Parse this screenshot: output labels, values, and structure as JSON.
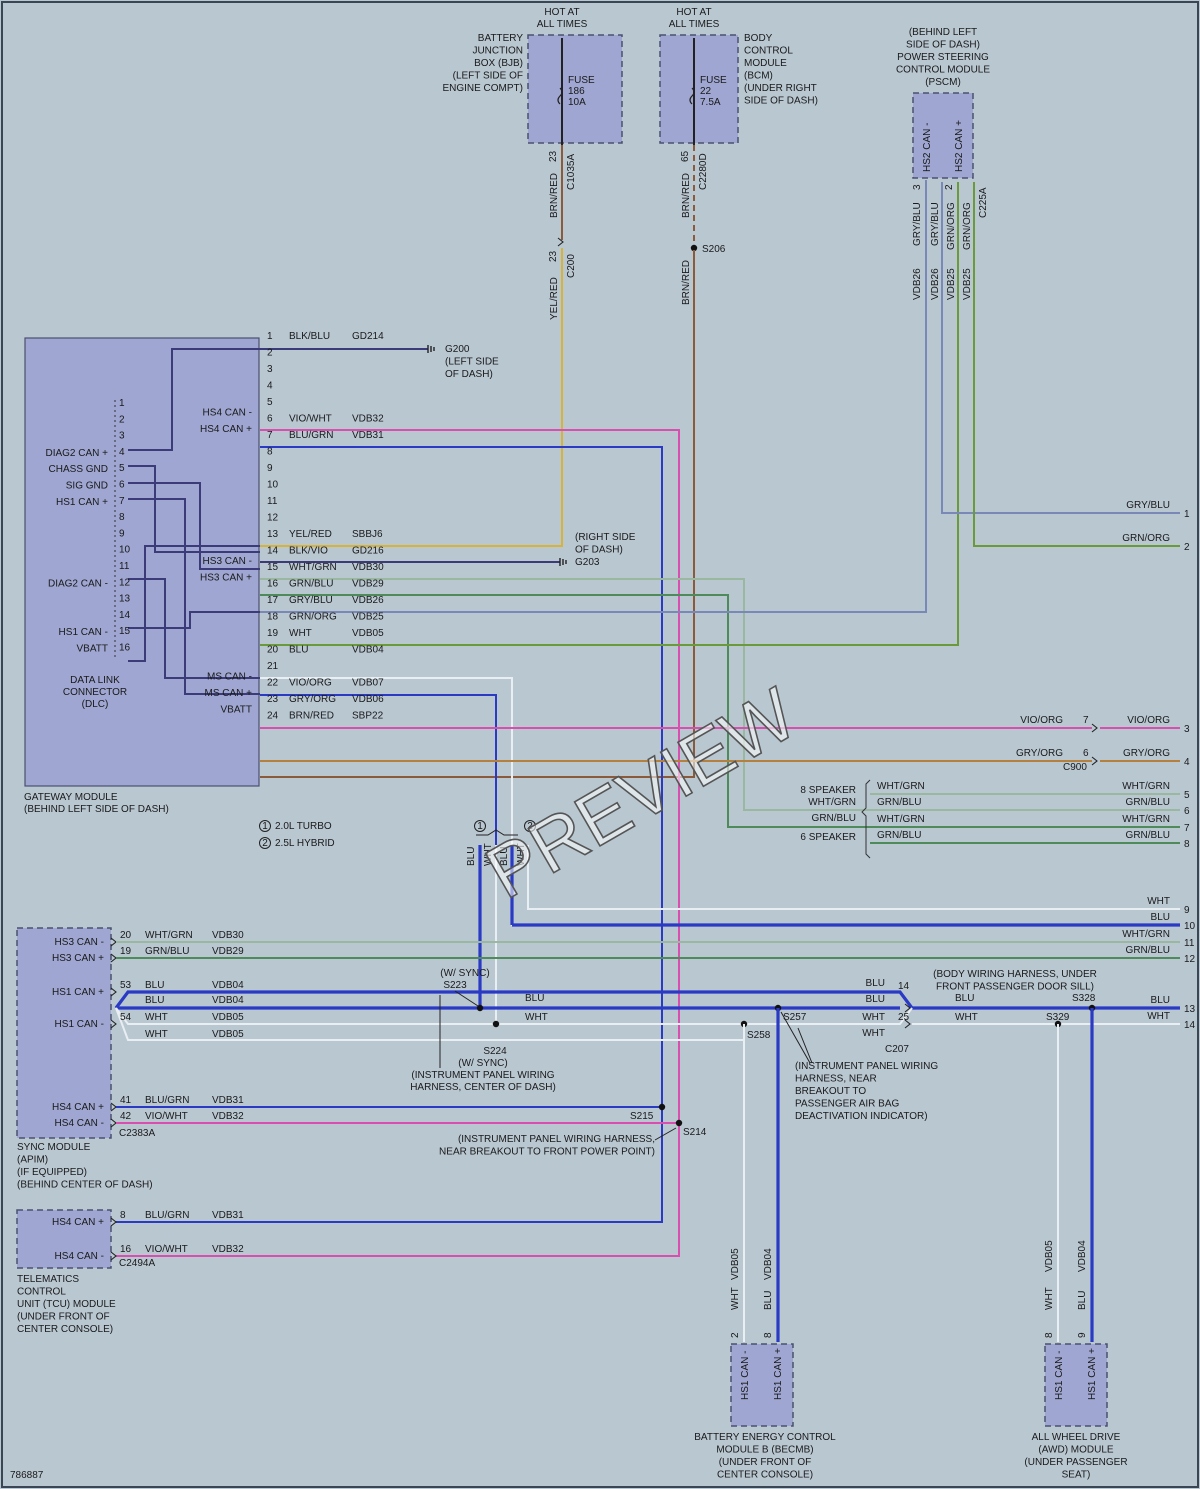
{
  "diagram_id": "786887",
  "watermark": "PREVIEW",
  "colors": {
    "blk": "#3b3b7a",
    "pink": "#d94fb0",
    "blu": "#2a3ac4",
    "yel": "#d7b33a",
    "grn": "#4f8a5a",
    "ltgrn": "#9ab8a0",
    "gry": "#7a88b8",
    "grnorg": "#6a9a3a",
    "wht": "#e8eef2",
    "brn": "#8a5a3a",
    "tan": "#b5803e"
  },
  "top": {
    "bjb": {
      "hot": [
        "HOT AT",
        "ALL TIMES"
      ],
      "label": [
        "BATTERY",
        "JUNCTION",
        "BOX (BJB)",
        "(LEFT SIDE OF",
        "ENGINE COMPT)"
      ],
      "fuse": [
        "FUSE",
        "186",
        "10A"
      ],
      "pin": "23",
      "conn": "C1035A",
      "wire": "BRN/RED",
      "pin2": "23",
      "conn2": "C200",
      "wire2": "YEL/RED"
    },
    "bcm": {
      "hot": [
        "HOT AT",
        "ALL TIMES"
      ],
      "label": [
        "BODY",
        "CONTROL",
        "MODULE",
        "(BCM)",
        "(UNDER RIGHT",
        "SIDE OF DASH)"
      ],
      "fuse": [
        "FUSE",
        "22",
        "7.5A"
      ],
      "pin": "65",
      "conn": "C2280D",
      "wire": "BRN/RED",
      "splice": "S206",
      "wire2": "BRN/RED"
    },
    "pscm": {
      "label": [
        "(BEHIND LEFT",
        "SIDE OF DASH)",
        "POWER STEERING",
        "CONTROL MODULE",
        "(PSCM)"
      ],
      "pins": [
        "HS2 CAN -",
        "HS2 CAN +"
      ],
      "pinnums": [
        "3",
        "2"
      ],
      "conn": "C225A",
      "colors": [
        "GRY/BLU",
        "GRY/BLU",
        "GRN/ORG",
        "GRN/ORG"
      ],
      "circuits": [
        "VDB26",
        "VDB26",
        "VDB25",
        "VDB25"
      ]
    }
  },
  "gateway": {
    "label": [
      "GATEWAY MODULE",
      "(BEHIND LEFT SIDE OF DASH)"
    ],
    "dlc_label": [
      "DATA LINK",
      "CONNECTOR",
      "(DLC)"
    ],
    "pin_numbers": [
      "1",
      "2",
      "3",
      "4",
      "5",
      "6",
      "7",
      "8",
      "9",
      "10",
      "11",
      "12",
      "13",
      "14",
      "15",
      "16",
      "17",
      "18",
      "19",
      "20",
      "21",
      "22",
      "23",
      "24"
    ],
    "dlc_pins": [
      "1",
      "2",
      "3",
      "4",
      "5",
      "6",
      "7",
      "8",
      "9",
      "10",
      "11",
      "12",
      "13",
      "14",
      "15",
      "16"
    ],
    "dlc_names": [
      {
        "text": "DIAG2 CAN +",
        "pin": 4
      },
      {
        "text": "CHASS GND",
        "pin": 5
      },
      {
        "text": "SIG GND",
        "pin": 6
      },
      {
        "text": "HS1 CAN +",
        "pin": 7
      },
      {
        "text": "DIAG2 CAN -",
        "pin": 12
      },
      {
        "text": "HS1 CAN -",
        "pin": 15
      },
      {
        "text": "VBATT",
        "pin": 16
      }
    ],
    "inner_names": [
      {
        "text": "HS4 CAN -",
        "pin": 6
      },
      {
        "text": "HS4 CAN +",
        "pin": 7
      },
      {
        "text": "HS3 CAN -",
        "pin": 15
      },
      {
        "text": "HS3 CAN +",
        "pin": 16
      },
      {
        "text": "MS CAN -",
        "pin": 22
      },
      {
        "text": "MS CAN +",
        "pin": 23
      },
      {
        "text": "VBATT",
        "pin": 24
      }
    ],
    "wires": [
      {
        "pin": 1,
        "color": "BLK/BLU",
        "circuit": "GD214"
      },
      {
        "pin": 6,
        "color": "VIO/WHT",
        "circuit": "VDB32"
      },
      {
        "pin": 7,
        "color": "BLU/GRN",
        "circuit": "VDB31"
      },
      {
        "pin": 13,
        "color": "YEL/RED",
        "circuit": "SBBJ6"
      },
      {
        "pin": 14,
        "color": "BLK/VIO",
        "circuit": "GD216"
      },
      {
        "pin": 15,
        "color": "WHT/GRN",
        "circuit": "VDB30"
      },
      {
        "pin": 16,
        "color": "GRN/BLU",
        "circuit": "VDB29"
      },
      {
        "pin": 17,
        "color": "GRY/BLU",
        "circuit": "VDB26"
      },
      {
        "pin": 18,
        "color": "GRN/ORG",
        "circuit": "VDB25"
      },
      {
        "pin": 19,
        "color": "WHT",
        "circuit": "VDB05"
      },
      {
        "pin": 20,
        "color": "BLU",
        "circuit": "VDB04"
      },
      {
        "pin": 22,
        "color": "VIO/ORG",
        "circuit": "VDB07"
      },
      {
        "pin": 23,
        "color": "GRY/ORG",
        "circuit": "VDB06"
      },
      {
        "pin": 24,
        "color": "BRN/RED",
        "circuit": "SBP22"
      }
    ],
    "g200": [
      "G200",
      "(LEFT SIDE",
      "OF DASH)"
    ],
    "g203": [
      "(RIGHT SIDE",
      "OF DASH)",
      "G203"
    ]
  },
  "legend": [
    "2.0L TURBO",
    "2.5L HYBRID"
  ],
  "legend_marks": [
    "1",
    "2"
  ],
  "option_labels": [
    "BLU",
    "WHT",
    "BLU",
    "WHT"
  ],
  "right_edge": {
    "rows": [
      {
        "num": "1",
        "color": "GRY/BLU"
      },
      {
        "num": "2",
        "color": "GRN/ORG"
      },
      {
        "num": "3",
        "color": "VIO/ORG",
        "left": "VIO/ORG",
        "pin": "7"
      },
      {
        "num": "4",
        "color": "GRY/ORG",
        "left": "GRY/ORG",
        "pin": "6"
      },
      {
        "num": "5",
        "color": "WHT/GRN"
      },
      {
        "num": "6",
        "color": "GRN/BLU"
      },
      {
        "num": "7",
        "color": "WHT/GRN"
      },
      {
        "num": "8",
        "color": "GRN/BLU"
      },
      {
        "num": "9",
        "color": "WHT"
      },
      {
        "num": "10",
        "color": "BLU"
      },
      {
        "num": "11",
        "color": "WHT/GRN"
      },
      {
        "num": "12",
        "color": "GRN/BLU"
      },
      {
        "num": "13",
        "color": "BLU"
      },
      {
        "num": "14",
        "color": "WHT"
      }
    ],
    "c900": "C900",
    "speaker8": [
      "8 SPEAKER",
      "WHT/GRN",
      "GRN/BLU"
    ],
    "speaker6": "6 SPEAKER",
    "spk_left": [
      "WHT/GRN",
      "GRN/BLU",
      "WHT/GRN",
      "GRN/BLU"
    ]
  },
  "sync": {
    "label": [
      "SYNC MODULE",
      "(APIM)",
      "(IF EQUIPPED)",
      "(BEHIND CENTER OF DASH)"
    ],
    "conn": "C2383A",
    "pins": [
      {
        "name": "HS3 CAN -",
        "num": "20",
        "color": "WHT/GRN",
        "circuit": "VDB30"
      },
      {
        "name": "HS3 CAN +",
        "num": "19",
        "color": "GRN/BLU",
        "circuit": "VDB29"
      },
      {
        "name": "HS1 CAN +",
        "num": "53",
        "color": "BLU",
        "circuit": "VDB04"
      },
      {
        "name": "HS1 CAN -",
        "num": "54",
        "color": "WHT",
        "circuit": "VDB05"
      },
      {
        "name": "HS4 CAN +",
        "num": "41",
        "color": "BLU/GRN",
        "circuit": "VDB31"
      },
      {
        "name": "HS4 CAN -",
        "num": "42",
        "color": "VIO/WHT",
        "circuit": "VDB32"
      }
    ],
    "extra": [
      {
        "color": "BLU",
        "circuit": "VDB04"
      },
      {
        "color": "WHT",
        "circuit": "VDB05"
      }
    ]
  },
  "tcu": {
    "label": [
      "TELEMATICS",
      "CONTROL",
      "UNIT (TCU) MODULE",
      "(UNDER FRONT OF",
      "CENTER CONSOLE)"
    ],
    "conn": "C2494A",
    "pins": [
      {
        "name": "HS4 CAN +",
        "num": "8",
        "color": "BLU/GRN",
        "circuit": "VDB31"
      },
      {
        "name": "HS4 CAN -",
        "num": "16",
        "color": "VIO/WHT",
        "circuit": "VDB32"
      }
    ]
  },
  "splices": {
    "s223": [
      "(W/ SYNC)",
      "S223"
    ],
    "s224": [
      "S224",
      "(W/ SYNC)",
      "(INSTRUMENT PANEL WIRING",
      "HARNESS, CENTER OF DASH)"
    ],
    "mid_labels": [
      "BLU",
      "WHT"
    ],
    "s215": "S215",
    "s214": "S214",
    "s214_note": [
      "(INSTRUMENT PANEL WIRING HARNESS,",
      "NEAR BREAKOUT TO FRONT POWER POINT)"
    ],
    "s257": "S257",
    "s258": "S258",
    "s257_note": [
      "(INSTRUMENT PANEL WIRING",
      "HARNESS, NEAR",
      "BREAKOUT TO",
      "PASSENGER AIR BAG",
      "DEACTIVATION INDICATOR)"
    ],
    "c207": "C207",
    "c207_pins": [
      "14",
      "25"
    ],
    "c207_labels": [
      "BLU",
      "BLU",
      "WHT",
      "WHT"
    ],
    "body_note": [
      "(BODY WIRING HARNESS, UNDER",
      "FRONT PASSENGER DOOR SILL)"
    ],
    "s328": "S328",
    "s329": "S329",
    "body_labels": [
      "BLU",
      "WHT"
    ]
  },
  "becmb": {
    "label": [
      "BATTERY ENERGY CONTROL",
      "MODULE B (BECMB)",
      "(UNDER FRONT OF",
      "CENTER CONSOLE)"
    ],
    "pins": [
      "HS1 CAN -",
      "HS1 CAN +"
    ],
    "pinnums": [
      "2",
      "8"
    ],
    "wires": [
      "WHT",
      "BLU"
    ],
    "circuits": [
      "VDB05",
      "VDB04"
    ]
  },
  "awd": {
    "label": [
      "ALL WHEEL DRIVE",
      "(AWD) MODULE",
      "(UNDER PASSENGER",
      "SEAT)"
    ],
    "pins": [
      "HS1 CAN -",
      "HS1 CAN +"
    ],
    "pinnums": [
      "8",
      "9"
    ],
    "wires": [
      "WHT",
      "BLU"
    ],
    "circuits": [
      "VDB05",
      "VDB04"
    ]
  }
}
